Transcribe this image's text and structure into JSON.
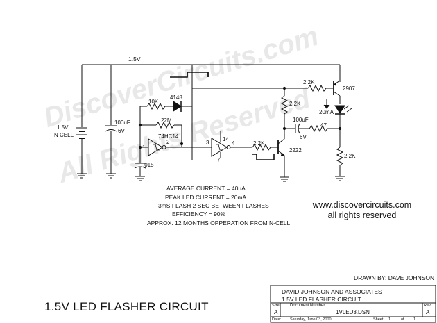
{
  "watermark": {
    "line1": "DiscoverCircuits.com",
    "line2": "All Rights Reserved",
    "color": "#c8c8c8"
  },
  "schematic": {
    "supply_label": "1.5V",
    "battery": {
      "voltage": "1.5V",
      "type": "N CELL"
    },
    "cap_100u_left": {
      "value": "100uF",
      "voltage": "6V"
    },
    "r_10k": "10K",
    "diode": "4148",
    "r_22m": "22M",
    "ic1": {
      "part": "74HC14",
      "pin1": "1",
      "pin2": "2"
    },
    "cap_015": ".015",
    "ic2": {
      "pin14": "14",
      "pin3": "3",
      "pin4": "4",
      "pin7": "7"
    },
    "r_base_npn": "2.2K",
    "npn": "2222",
    "r_collector": "2.2K",
    "r_base_pnp": "2.2K",
    "pnp": "2907",
    "led_current": "20mA",
    "cap_100u_right": {
      "value": "100uF",
      "voltage": "6V"
    },
    "r_47": "47",
    "r_right_bottom": "2.2K"
  },
  "notes": [
    "AVERAGE CURRENT = 40uA",
    "PEAK LED CURRENT = 20mA",
    "3mS FLASH   2 SEC BETWEEN FLASHES",
    "EFFICIENCY = 90%",
    "APPROX. 12 MONTHS OPPERATION FROM N-CELL"
  ],
  "website": {
    "url": "www.discovercircuits.com",
    "rights": "all rights reserved"
  },
  "drawn_by": "DRAWN BY:  DAVE JOHNSON",
  "title": "1.5V LED FLASHER CIRCUIT",
  "title_block": {
    "company": "DAVID JOHNSON AND ASSOCIATES",
    "subtitle": "1.5V LED FLASHER CIRCUIT",
    "size_label": "Size",
    "size_value": "A",
    "docnum_label": "Document Number",
    "docnum_value": "1VLED3.DSN",
    "rev_label": "Rev",
    "rev_value": "A",
    "date_label": "Date:",
    "date_value": "Saturday, June 03, 2000",
    "sheet_label": "Sheet",
    "sheet_value": "1",
    "of_label": "of",
    "of_value": "1"
  }
}
